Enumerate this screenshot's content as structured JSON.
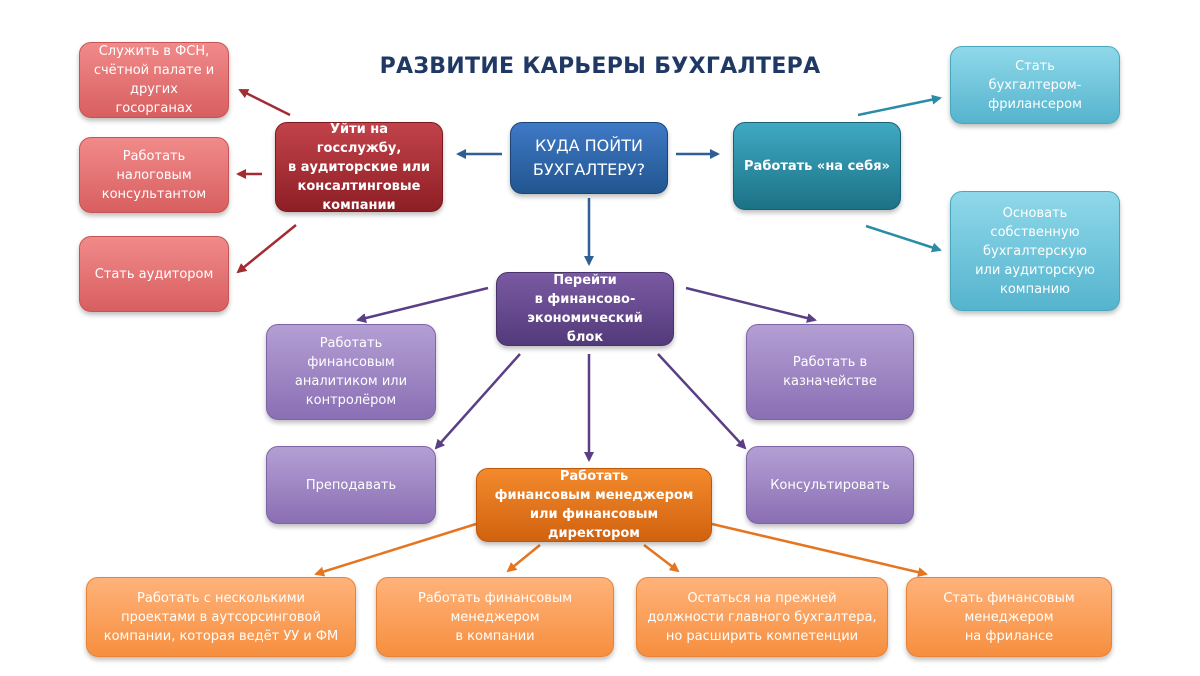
{
  "title": "РАЗВИТИЕ КАРЬЕРЫ БУХГАЛТЕРА",
  "colors": {
    "center": "#2b63a6",
    "arrow_blue": "#2f5f94",
    "red_dark": "#a32c33",
    "red_light": "#e87474",
    "teal_dark": "#2a8ca6",
    "teal_light": "#6fc6dc",
    "purple_dark": "#664a8f",
    "purple_light": "#9d86c4",
    "orange_dark": "#e57520",
    "orange_light": "#fba15e",
    "title": "#1f3864"
  },
  "nodes": {
    "center": "КУДА ПОЙТИ\nБУХГАЛТЕРУ?",
    "gov": "Уйти на госслужбу,\nв аудиторские или\nконсалтинговые\nкомпании",
    "gov_fsn": "Служить в ФСН,\nсчётной палате и\nдругих госорганах",
    "gov_tax": "Работать\nналоговым\nконсультантом",
    "gov_audit": "Стать аудитором",
    "self": "Работать «на себя»",
    "self_freelance": "Стать\nбухгалтером-\nфрилансером",
    "self_company": "Основать\nсобственную\nбухгалтерскую\nили аудиторскую\nкомпанию",
    "fin": "Перейти\nв финансово-\nэкономический блок",
    "fin_analyst": "Работать\nфинансовым\nаналитиком или\nконтролёром",
    "fin_teach": "Преподавать",
    "fin_treasury": "Работать в\nказначействе",
    "fin_consult": "Консультировать",
    "fin_manager": "Работать\nфинансовым менеджером\nили финансовым директором",
    "mgr_outsource": "Работать с несколькими\nпроектами в аутсорсинговой\nкомпании, которая ведёт УУ и ФМ",
    "mgr_company": "Работать финансовым\nменеджером\nв компании",
    "mgr_stay": "Остаться на прежней\nдолжности главного бухгалтера,\nно расширить компетенции",
    "mgr_freelance": "Стать финансовым\nменеджером\nна фрилансе"
  }
}
